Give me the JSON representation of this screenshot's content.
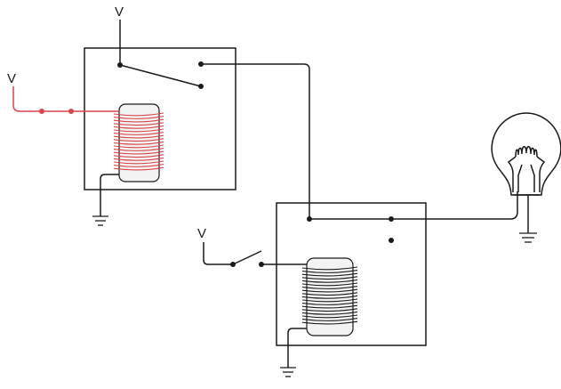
{
  "labels": {
    "relay1_supply": "V",
    "coil1_supply": "V",
    "switch_supply": "V"
  },
  "colors": {
    "wire": "#1a1a1a",
    "energized": "#d9444a",
    "coil_fill": "#f3f3f3"
  }
}
